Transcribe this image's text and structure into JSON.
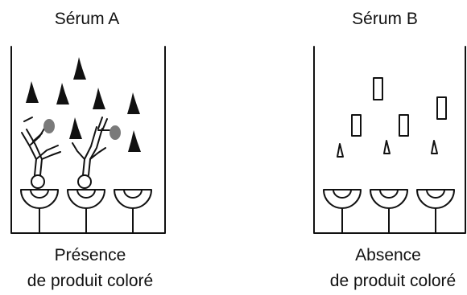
{
  "serum_a": {
    "title": "Sérum A",
    "caption_line1": "Présence",
    "caption_line2": "de produit coloré"
  },
  "serum_b": {
    "title": "Sérum B",
    "caption_line1": "Absence",
    "caption_line2": "de produit coloré"
  },
  "colors": {
    "stroke": "#111111",
    "substrate_fill": "#111111",
    "enzyme_fill": "#7a7a7a"
  }
}
